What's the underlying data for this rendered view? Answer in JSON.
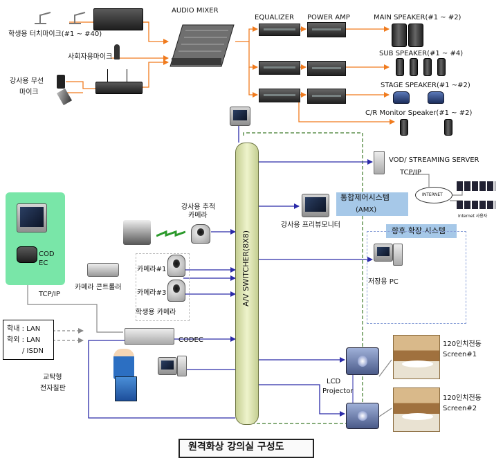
{
  "title": "원격화상 강의실 구성도",
  "labels": {
    "audio_mixer": "AUDIO MIXER",
    "equalizer": "EQUALIZER",
    "power_amp": "POWER AMP",
    "main_speaker": "MAIN SPEAKER(#1 ~ #2)",
    "sub_speaker": "SUB SPEAKER(#1 ~ #4)",
    "stage_speaker": "STAGE SPEAKER(#1 ~#2)",
    "cr_monitor_speaker": "C/R Monitor Speaker(#1 ~ #2)",
    "student_touch_mic": "학생용 터치마이크(#1 ~ #40)",
    "host_mic": "사회자용마이크",
    "lecturer_wireless_mic_line1": "강사용 무선",
    "lecturer_wireless_mic_line2": "마이크",
    "vod_server": "VOD/ STREAMING SERVER",
    "tcpip_right": "TCP/IP",
    "internet": "INTERNET",
    "internet_user": "Internet 사용자",
    "amx_line1": "통합제어시스템",
    "amx_line2": "(AMX)",
    "future_expansion": "향후 확장 시스템",
    "preview_monitor": "강사용 프리뷰모니터",
    "storage_pc": "저장용 PC",
    "tracking_camera_line1": "강사용 추적",
    "tracking_camera_line2": "카메라",
    "camera1": "카메라#1",
    "camera3": "카메라#3",
    "student_camera": "학생용 카메라",
    "camera_controller": "카메라 콘트롤러",
    "codec_box_line1": "COD",
    "codec_box_line2": "EC",
    "tcpip_left": "TCP/IP",
    "network_lan_in": "학내 : LAN",
    "network_lan_out": "학외 : LAN",
    "network_isdn": "/ ISDN",
    "codec": "CODEC",
    "podium_line1": "교탁형",
    "podium_line2": "전자칠판",
    "lcd_projector_line1": "LCD",
    "lcd_projector_line2": "Projector",
    "screen1_line1": "120인치전동",
    "screen1_line2": "Screen#1",
    "screen2_line1": "120인치전동",
    "screen2_line2": "Screen#2",
    "av_switcher": "A/V SWITCHER(8X8)"
  },
  "colors": {
    "audio_line": "#f07b1e",
    "video_line": "#2a2aa8",
    "control_dashed": "#3d7a2a",
    "network_line": "#888888",
    "codec_panel_bg": "#79e6a8",
    "amx_bg": "#a6c8e8",
    "switcher_fill": "#dde6b0",
    "future_dashed": "#8aa0d8"
  }
}
